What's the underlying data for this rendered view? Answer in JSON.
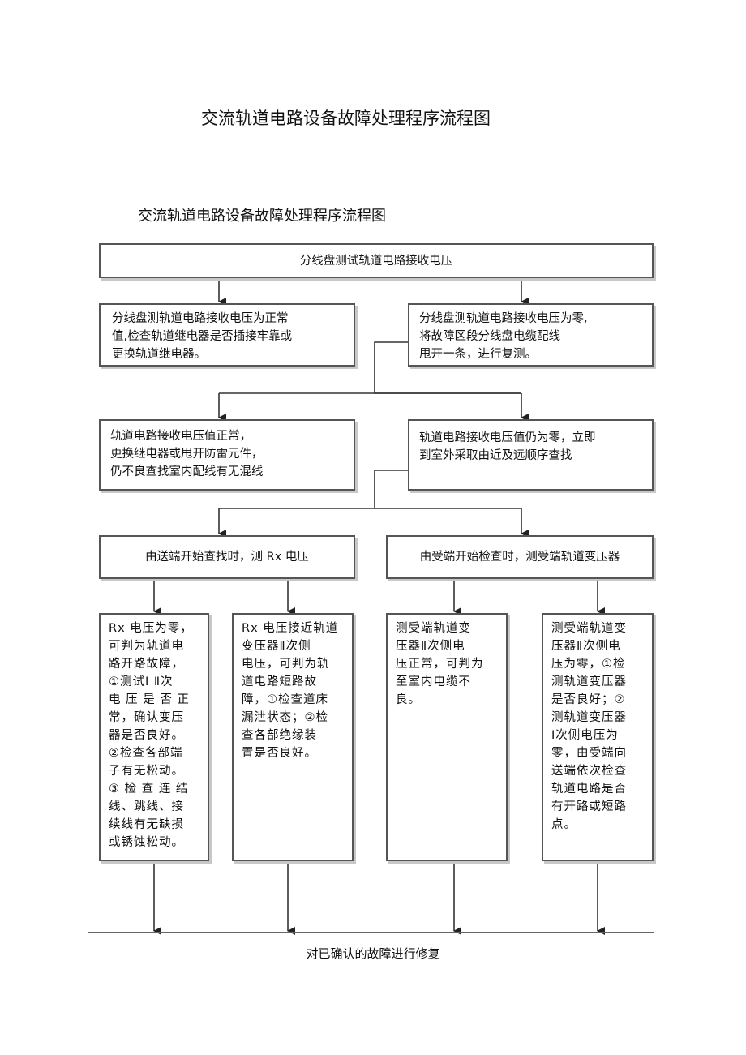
{
  "page": {
    "main_title": "交流轨道电路设备故障处理程序流程图",
    "sub_title": "交流轨道电路设备故障处理程序流程图"
  },
  "nodes": {
    "top": "分线盘测试轨道电路接收电压",
    "l1_left": "分线盘测轨道电路接收电压为正常\n值,检查轨道继电器是否插接牢靠或\n更换轨道继电器。",
    "l1_right": "分线盘测轨道电路接收电压为零,\n将故障区段分线盘电缆配线\n甩开一条，进行复测。",
    "l2_left": "轨道电路接收电压值正常，\n更换继电器或甩开防雷元件，\n仍不良查找室内配线有无混线",
    "l2_right": "轨道电路接收电压值仍为零，立即\n到室外采取由近及远顺序查找",
    "l3_left": "由送端开始查找时，测 Rx 电压",
    "l3_right": "由受端开始检查时，测受端轨道变压器",
    "l4_1": "Rx 电压为零，\n可判为轨道电\n路开路故障，\n①测试Ⅰ Ⅱ次\n电 压 是 否 正\n常，确认变压\n器是否良好。\n②检查各部端\n子有无松动。\n③ 检 查 连 结\n线、跳线、接\n续线有无缺损\n或锈蚀松动。",
    "l4_2": "Rx 电压接近轨道\n变压器Ⅱ次侧\n电压，可判为轨\n道电路短路故\n障，①检查道床\n漏泄状态；②检\n查各部绝缘装\n置是否良好。",
    "l4_3": "测受端轨道变\n压器Ⅱ次侧电\n压正常，可判为\n至室内电缆不\n良。",
    "l4_4": "测受端轨道变\n压器Ⅱ次侧电\n压为零，①检\n测轨道变压器\n是否良好；②\n测轨道变压器\nⅠ次侧电压为\n零，由受端向\n送端依次检查\n轨道电路是否\n有开路或短路\n点。",
    "final": "对已确认的故障进行修复"
  }
}
